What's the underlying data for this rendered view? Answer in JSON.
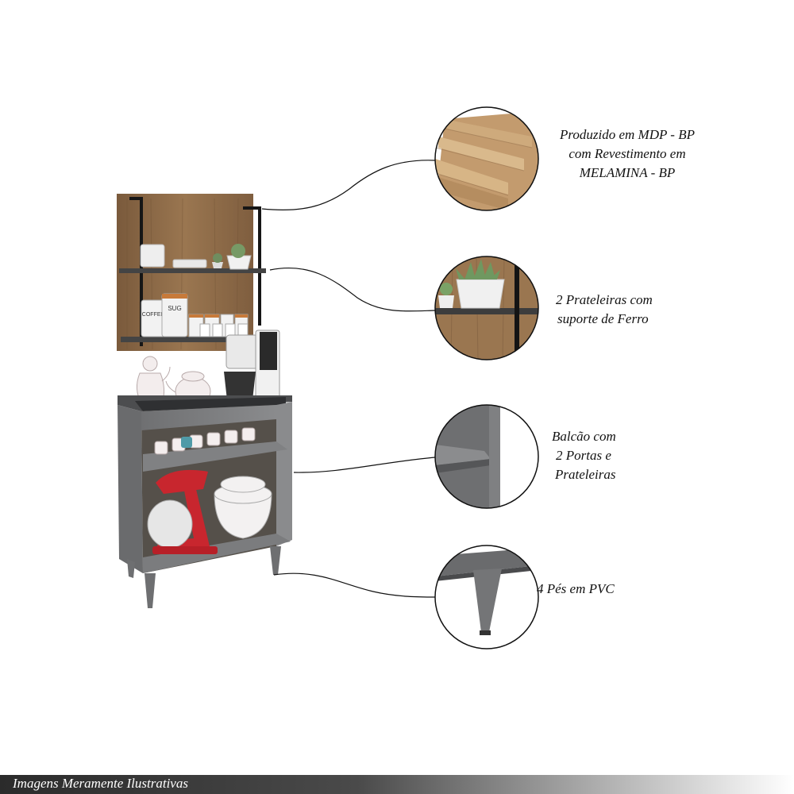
{
  "callouts": [
    {
      "lines": [
        "Produzido em MDP - BP",
        "com Revestimento em",
        "MELAMINA - BP"
      ]
    },
    {
      "lines": [
        "2 Prateleiras com",
        "suporte  de Ferro"
      ]
    },
    {
      "lines": [
        "Balcão com",
        "2 Portas e",
        "Prateleiras"
      ]
    },
    {
      "lines": [
        "4 Pés em PVC"
      ]
    }
  ],
  "product_labels": {
    "coffee_can": "COFFEE",
    "sugar_can": "SUG"
  },
  "footer": {
    "disclaimer": "Imagens Meramente Ilustrativas"
  },
  "colors": {
    "wood": "#8a6a48",
    "cabinet_gray": "#7d7e80",
    "iron": "#1a1a1a",
    "mixer_red": "#c8262e"
  }
}
